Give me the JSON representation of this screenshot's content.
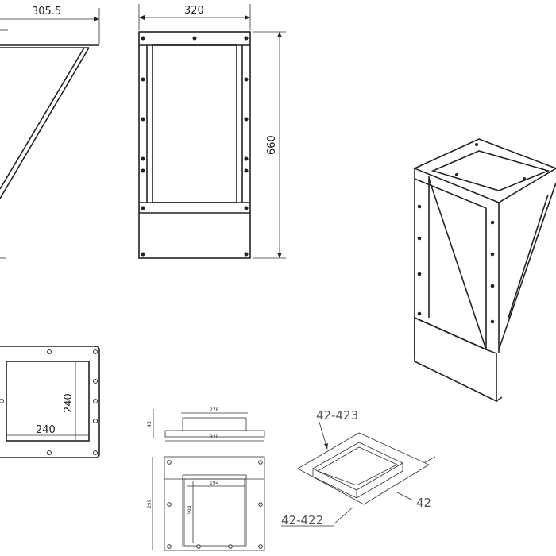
{
  "side_view": {
    "width_dim": "305.5"
  },
  "front_view": {
    "width_dim": "320",
    "height_dim": "660"
  },
  "flange_top_view": {
    "width_dim": "240",
    "height_dim": "240"
  },
  "outlet_side_view": {
    "top_dim": "278",
    "bottom_dim": "320",
    "height_dim": "43"
  },
  "outlet_top_view": {
    "height_dim": "299",
    "inner_width_dim": "194",
    "inner_height_dim": "194"
  },
  "isometric_outlet": {
    "callouts": [
      "42-423",
      "42",
      "42-422"
    ]
  }
}
